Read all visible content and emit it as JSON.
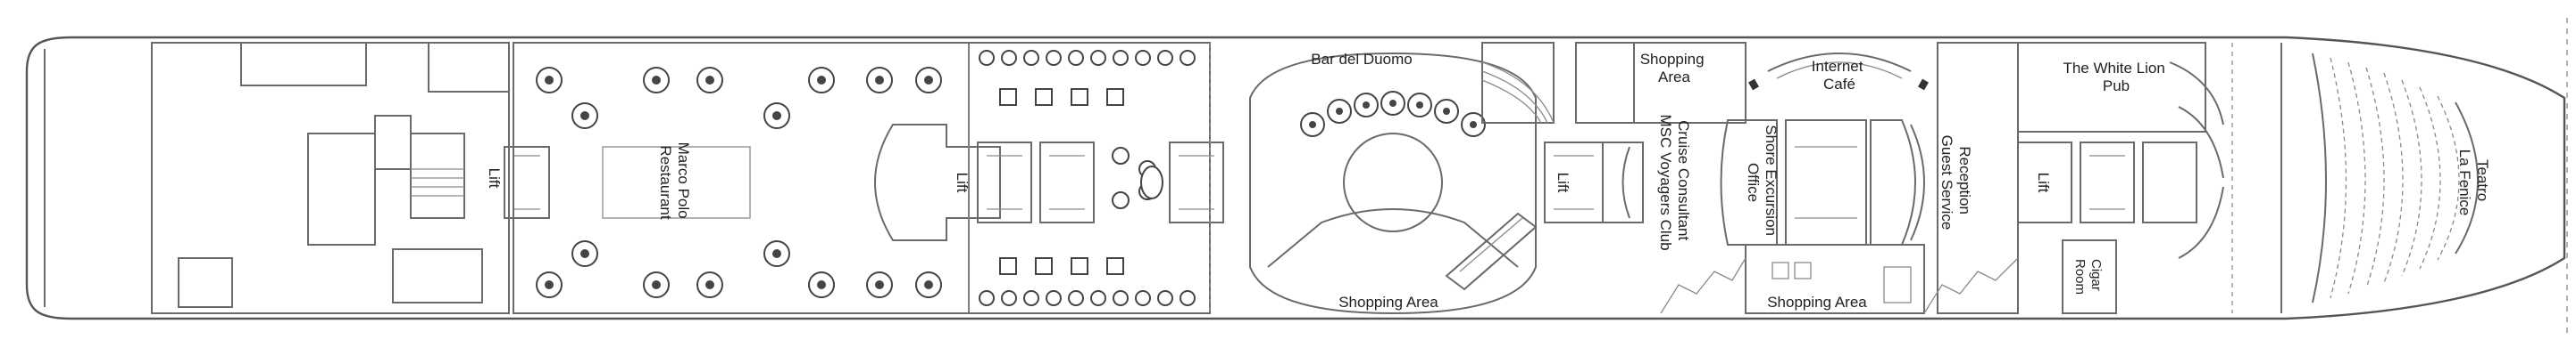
{
  "deck_plan": {
    "areas": {
      "lift_aft": "Lift",
      "marco_polo_restaurant": [
        "Marco Polo",
        "Restaurant"
      ],
      "lift_mid": "Lift",
      "bar_del_duomo": "Bar del Duomo",
      "shopping_area_lower_mid": "Shopping Area",
      "shopping_area_upper": [
        "Shopping",
        "Area"
      ],
      "cruise_consultant": [
        "Cruise Consultant",
        "MSC Voyagers Club"
      ],
      "shore_excursion_office": [
        "Shore Excursion",
        "Office"
      ],
      "internet_cafe": [
        "Internet",
        "Café"
      ],
      "reception_guest_service": [
        "Reception",
        "Guest Service"
      ],
      "shopping_area_lower_fwd": "Shopping Area",
      "lift_fwd": "Lift",
      "white_lion_pub": [
        "The White Lion",
        "Pub"
      ],
      "cigar_room": [
        "Cigar",
        "Room"
      ],
      "teatro_la_fenice": [
        "Teatro",
        "La Fenice"
      ],
      "lift_center": "Lift"
    },
    "colors": {
      "outline": "#555555",
      "walls": "#6a6a6a",
      "furniture": "#444444",
      "background": "#ffffff"
    }
  }
}
